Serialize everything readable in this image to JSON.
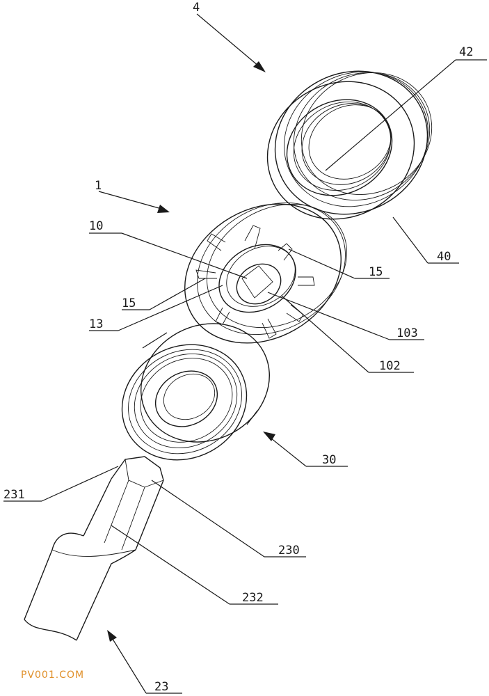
{
  "labels": {
    "l4": "4",
    "l42": "42",
    "l1": "1",
    "l10": "10",
    "l15a": "15",
    "l15b": "15",
    "l13": "13",
    "l40": "40",
    "l103": "103",
    "l102": "102",
    "l30": "30",
    "l231": "231",
    "l230": "230",
    "l232": "232",
    "l23": "23"
  },
  "watermark": "PV001.COM",
  "colors": {
    "line": "#1a1a1a",
    "watermark": "#e0902a",
    "background": "#ffffff"
  }
}
